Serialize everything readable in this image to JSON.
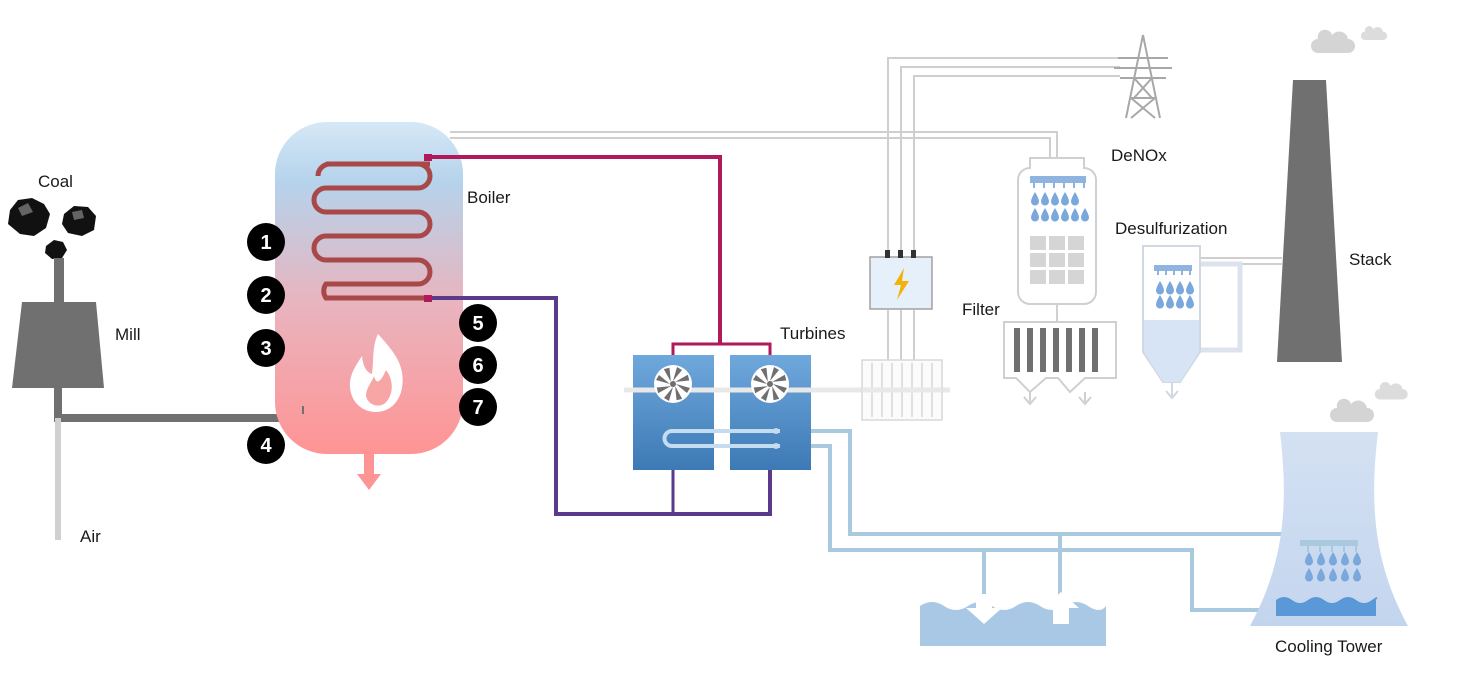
{
  "labels": {
    "coal": "Coal",
    "mill": "Mill",
    "air": "Air",
    "boiler": "Boiler",
    "turbines": "Turbines",
    "filter": "Filter",
    "denox": "DeNOx",
    "desulfurization": "Desulfurization",
    "stack": "Stack",
    "cooling_tower": "Cooling Tower"
  },
  "markers": {
    "m1": "1",
    "m2": "2",
    "m3": "3",
    "m4": "4",
    "m5": "5",
    "m6": "6",
    "m7": "7"
  },
  "colors": {
    "steam_line": "#b0195a",
    "return_line": "#5a3a8a",
    "coil": "#a84848",
    "gray_line": "#707070",
    "light_line": "#cfcfcf",
    "water_line": "#a9c9df",
    "turbine_top": "#6fa8dc",
    "turbine_bottom": "#3d79b5",
    "flame": "#ffffff",
    "boiler_top": "#b5d3ec",
    "boiler_bottom": "#ff9494",
    "marker_bg": "#000000",
    "stack": "#707070",
    "tower": "#c9d9ef",
    "pool": "#a8c8e6",
    "bolt": "#f2b20c"
  },
  "icons": {
    "coal": "coal-lumps-icon",
    "flame": "flame-icon",
    "fan": "fan-icon",
    "pylon": "power-pylon-icon",
    "generator": "lightning-bolt-icon",
    "droplets": "water-drop-icon",
    "cloud": "cloud-icon",
    "arrows": "arrow-icon"
  }
}
